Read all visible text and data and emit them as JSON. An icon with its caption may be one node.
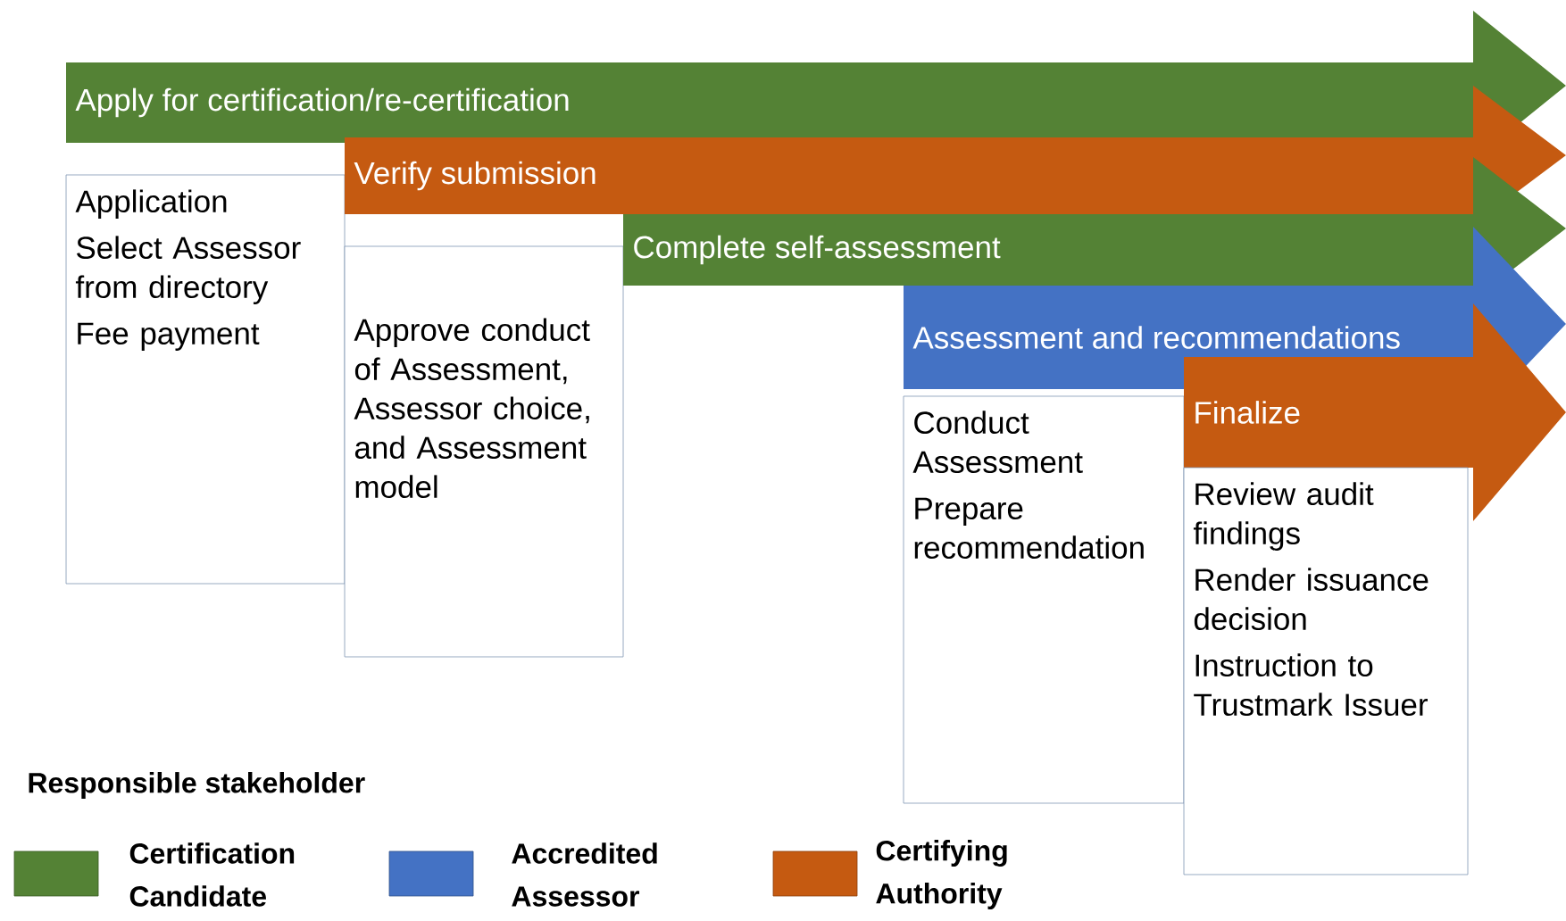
{
  "diagram": {
    "nodes": [
      {
        "text": [
          "Apply for certification/re-certification"
        ]
      },
      {
        "text": [
          "Application",
          "Select Assessor from directory",
          "Fee payment"
        ]
      },
      {
        "text": [
          "Verify submission"
        ]
      },
      {
        "text": [
          "Approve conduct of Assessment, Assessor choice, and Assessment model"
        ]
      },
      {
        "text": [
          "Complete self-assessment"
        ]
      },
      {
        "text": [
          "Assessment and recommendations"
        ]
      },
      {
        "text": [
          "Conduct Assessment",
          "Prepare recommendation"
        ]
      },
      {
        "text": [
          "Finalize"
        ]
      },
      {
        "text": [
          "Review audit findings",
          "Render issuance decision",
          "Instruction to Trustmark Issuer"
        ]
      }
    ],
    "labels": [
      "Responsible stakeholder"
    ],
    "legend": [
      {
        "text": "Certification Candidate",
        "color": "#548235"
      },
      {
        "text": "Accredited Assessor",
        "color": "#4472c4"
      },
      {
        "text": "Certifying Authority",
        "color": "#c55a11"
      }
    ]
  }
}
